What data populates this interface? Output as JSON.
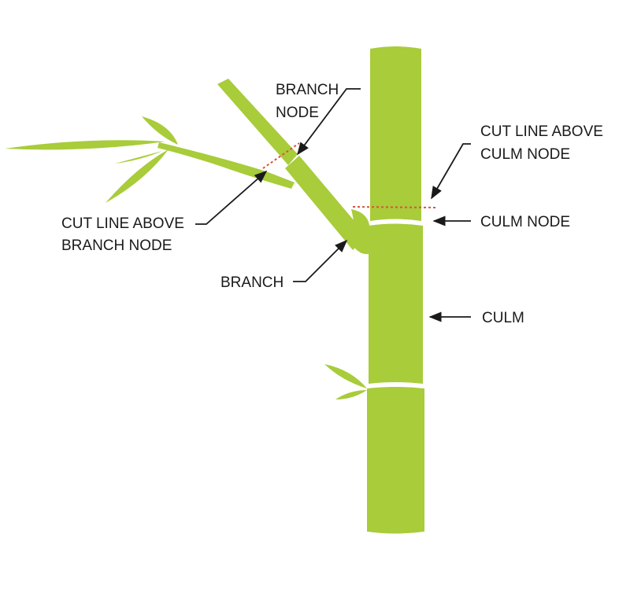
{
  "labels": {
    "branch_node": [
      "BRANCH",
      "NODE"
    ],
    "cut_culm": [
      "CUT LINE ABOVE",
      "CULM NODE"
    ],
    "cut_branch": [
      "CUT LINE ABOVE",
      "BRANCH NODE"
    ],
    "culm_node": "CULM NODE",
    "branch": "BRANCH",
    "culm": "CULM"
  },
  "colors": {
    "plant_green": "#a8cc3a",
    "cut_line_red": "#d9533a",
    "leader_line": "#1a1a1a",
    "background": "#ffffff"
  }
}
